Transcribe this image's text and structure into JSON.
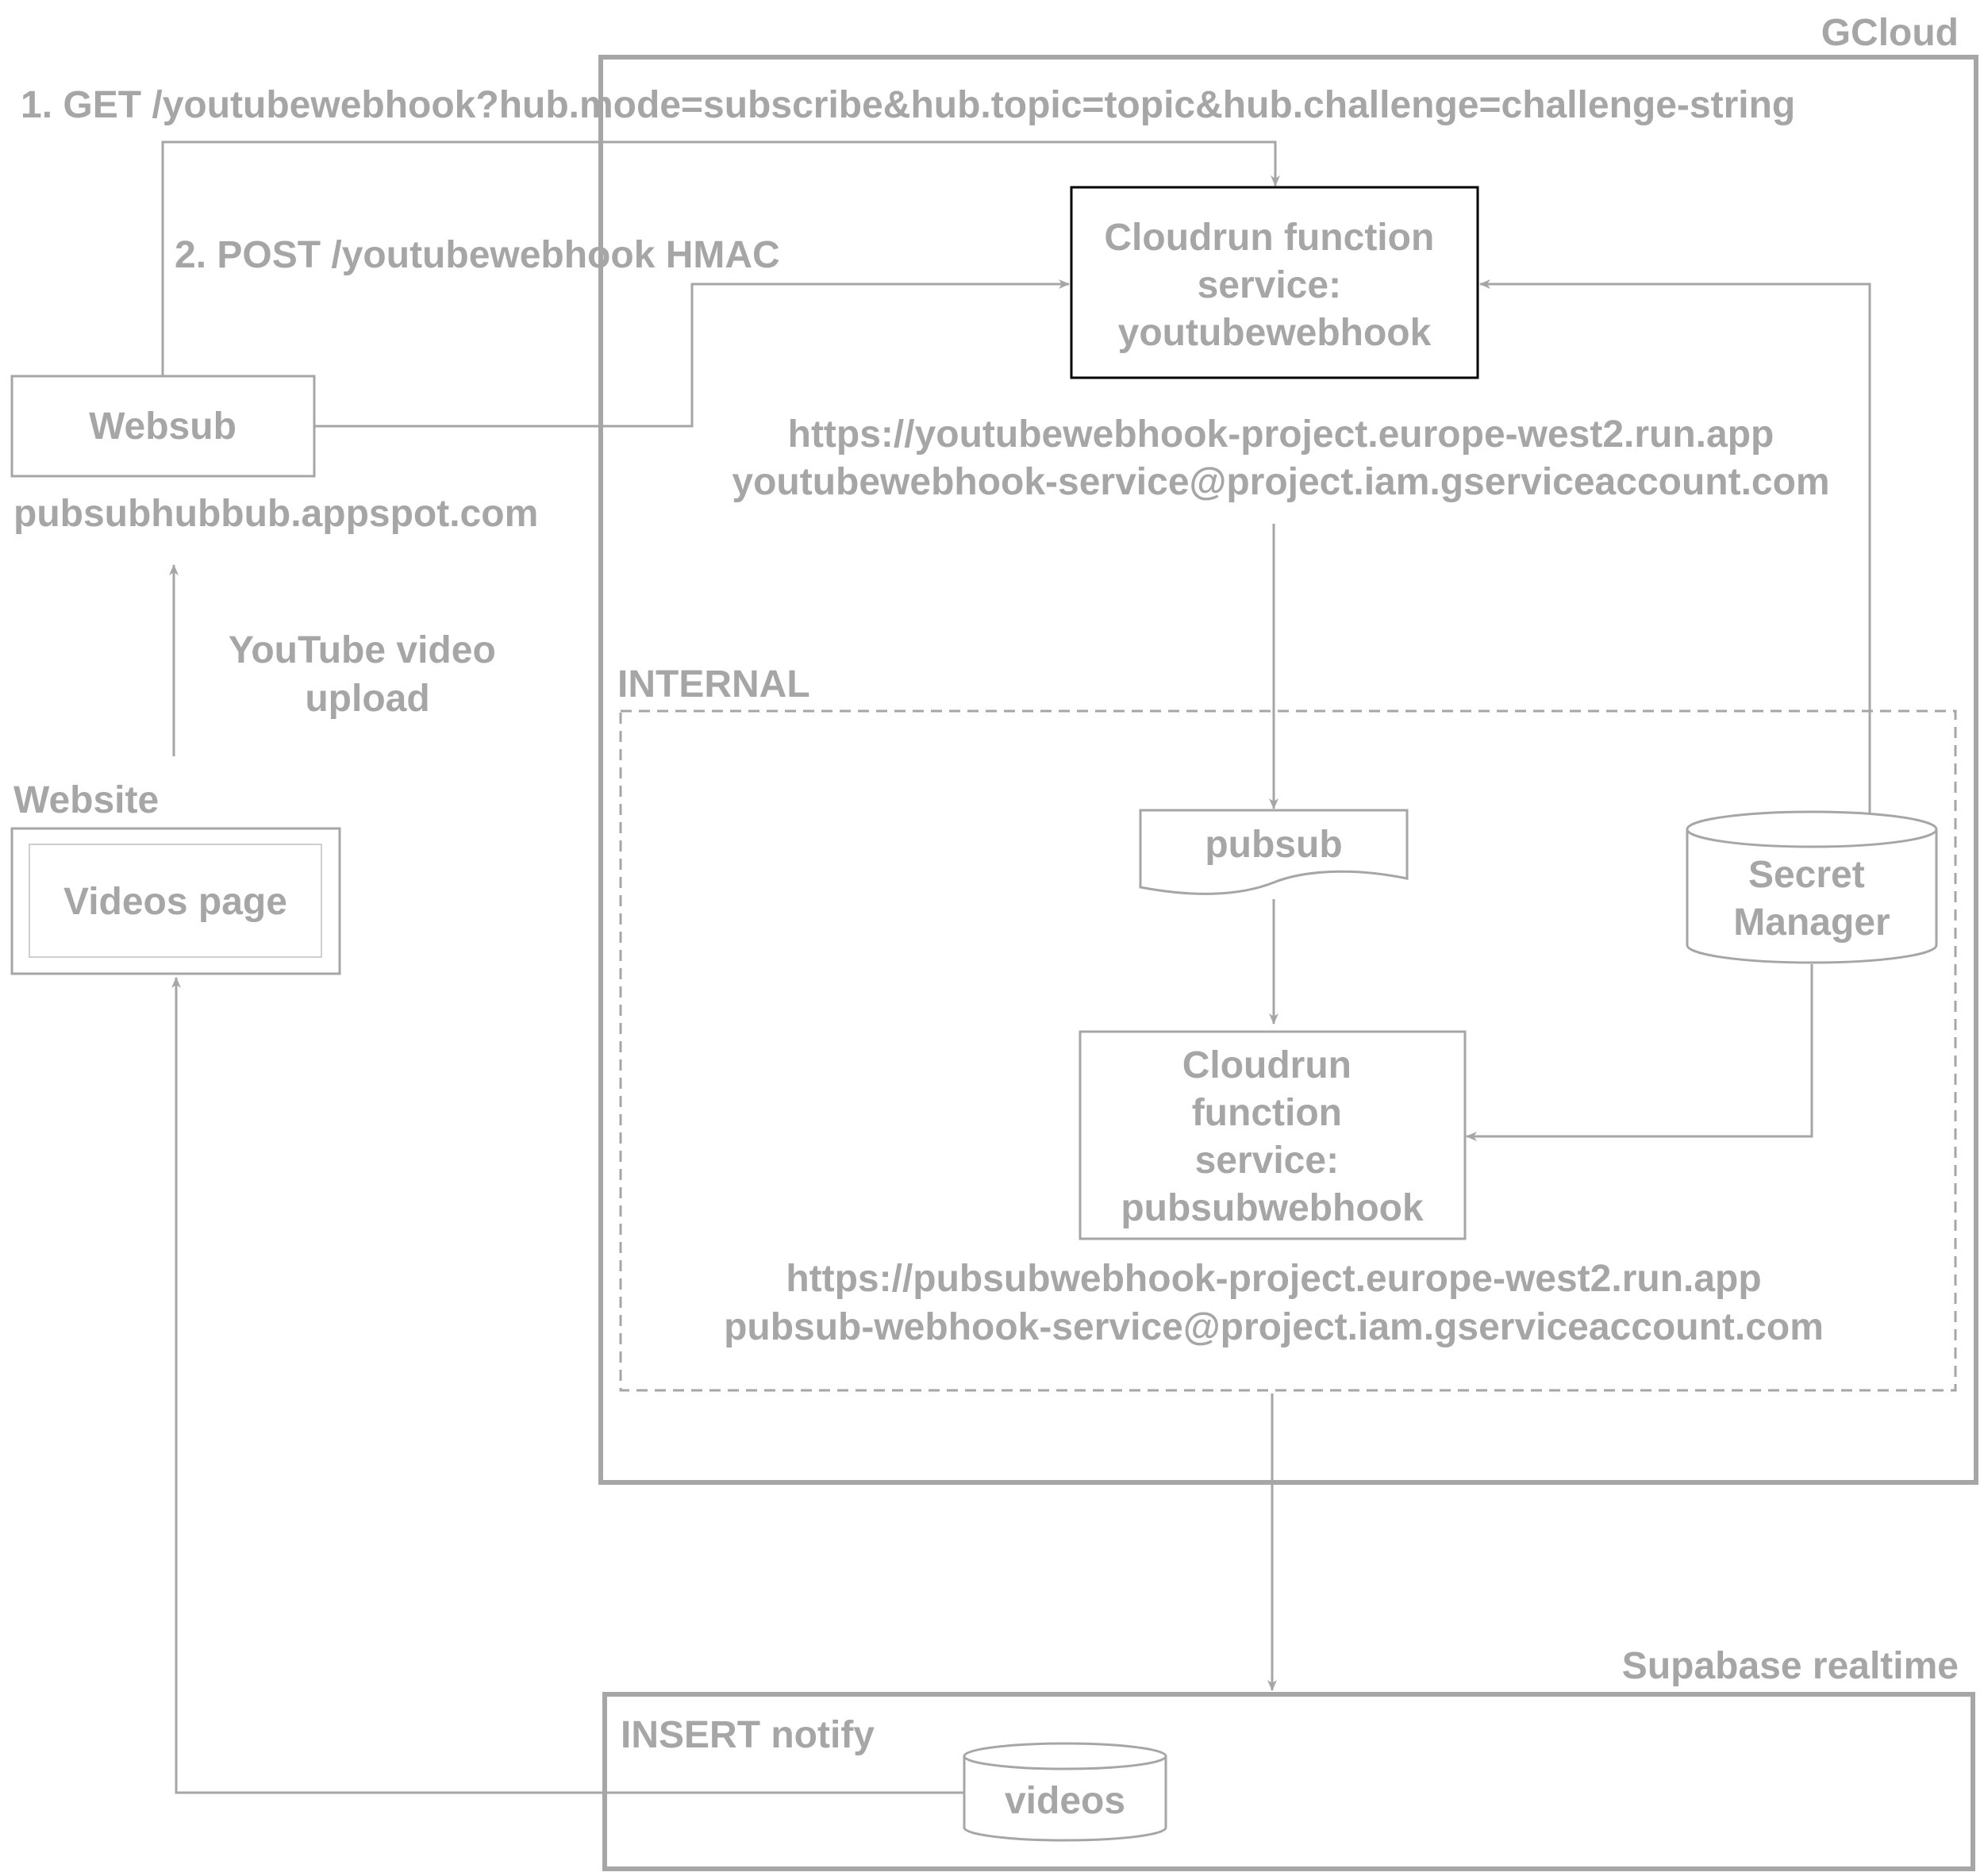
{
  "groups": {
    "gcloud": "GCloud",
    "internal": "INTERNAL",
    "supabase": "Supabase realtime",
    "insert_notify": "INSERT notify",
    "website": "Website"
  },
  "nodes": {
    "websub": "Websub",
    "websub_host": "pubsubhubbub.appspot.com",
    "youtubewebhook": [
      "Cloudrun function",
      "service:",
      "youtubewebhook"
    ],
    "youtubewebhook_url": "https://youtubewebhook-project.europe-west2.run.app",
    "youtubewebhook_sa": "youtubewebhook-service@project.iam.gserviceaccount.com",
    "pubsub": "pubsub",
    "secret_manager": [
      "Secret",
      "Manager"
    ],
    "pubsubwebhook": [
      "Cloudrun",
      "function",
      "service:",
      "pubsubwebhook"
    ],
    "pubsubwebhook_url": "https://pubsubwebhook-project.europe-west2.run.app",
    "pubsubwebhook_sa": "pubsub-webhook-service@project.iam.gserviceaccount.com",
    "videos_page": "Videos page",
    "videos_table": "videos"
  },
  "edges": {
    "get_subscribe": "1. GET /youtubewebhook?hub.mode=subscribe&hub.topic=topic&hub.challenge=challenge-string",
    "post_hmac": "2. POST /youtubewebhook HMAC",
    "youtube_upload": [
      "YouTube video",
      "upload"
    ]
  },
  "colors": {
    "line": "#a6a6a6",
    "text": "#a6a6a6",
    "emphasis_border": "#000000",
    "background": "#ffffff"
  }
}
